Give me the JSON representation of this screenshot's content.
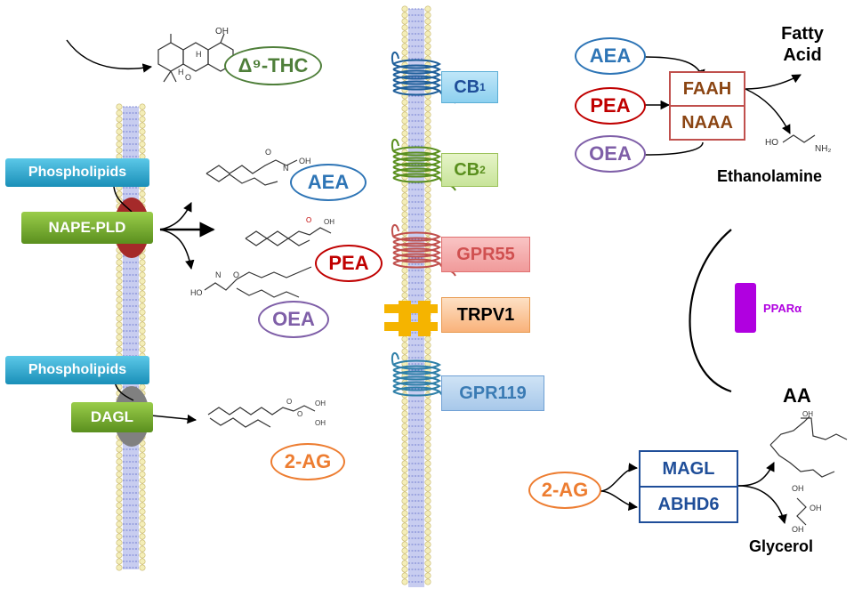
{
  "ligands": {
    "thc": "Δ⁹-THC",
    "aea": "AEA",
    "pea": "PEA",
    "oea": "OEA",
    "two_ag": "2-AG"
  },
  "enzymes": {
    "phospholipids": "Phospholipids",
    "nape_pld": "NAPE-PLD",
    "dagl": "DAGL",
    "faah": "FAAH",
    "naaa": "NAAA",
    "magl": "MAGL",
    "abhd6": "ABHD6"
  },
  "receptors": {
    "cb1": "CB",
    "cb1_sub": "1",
    "cb2": "CB",
    "cb2_sub": "2",
    "gpr55": "GPR55",
    "trpv1": "TRPV1",
    "gpr119": "GPR119",
    "ppara": "PPARα"
  },
  "products": {
    "fatty_acid_line1": "Fatty",
    "fatty_acid_line2": "Acid",
    "ethanolamine": "Ethanolamine",
    "aa": "AA",
    "glycerol": "Glycerol"
  },
  "atoms": {
    "oh": "OH",
    "h": "H",
    "o": "O",
    "n": "N",
    "ho": "HO",
    "nh2": "NH₂"
  },
  "colors": {
    "blue": "#2e75b6",
    "red": "#c00000",
    "purple": "#7f5fa8",
    "orange": "#ed7d31",
    "green": "#4f7f3a",
    "enzyme_red": "#c0504d",
    "enzyme_text": "#8b4513",
    "navy": "#1f4e99",
    "ppar": "#b000e0"
  }
}
